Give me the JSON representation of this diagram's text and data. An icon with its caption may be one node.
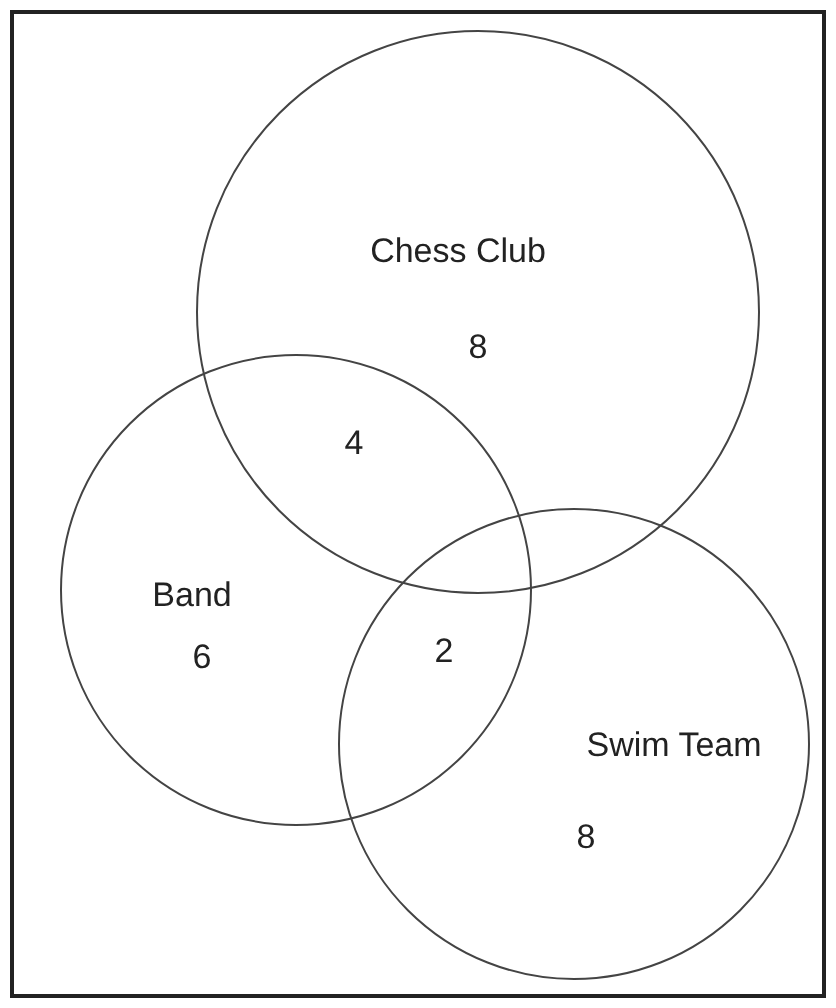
{
  "diagram": {
    "nodes": [
      {
        "text": [
          "Chess Club",
          "8"
        ]
      },
      {
        "text": [
          "Band",
          "6"
        ]
      },
      {
        "text": [
          "Swim Team",
          "8"
        ]
      }
    ],
    "labels": [
      "4",
      "2"
    ]
  }
}
